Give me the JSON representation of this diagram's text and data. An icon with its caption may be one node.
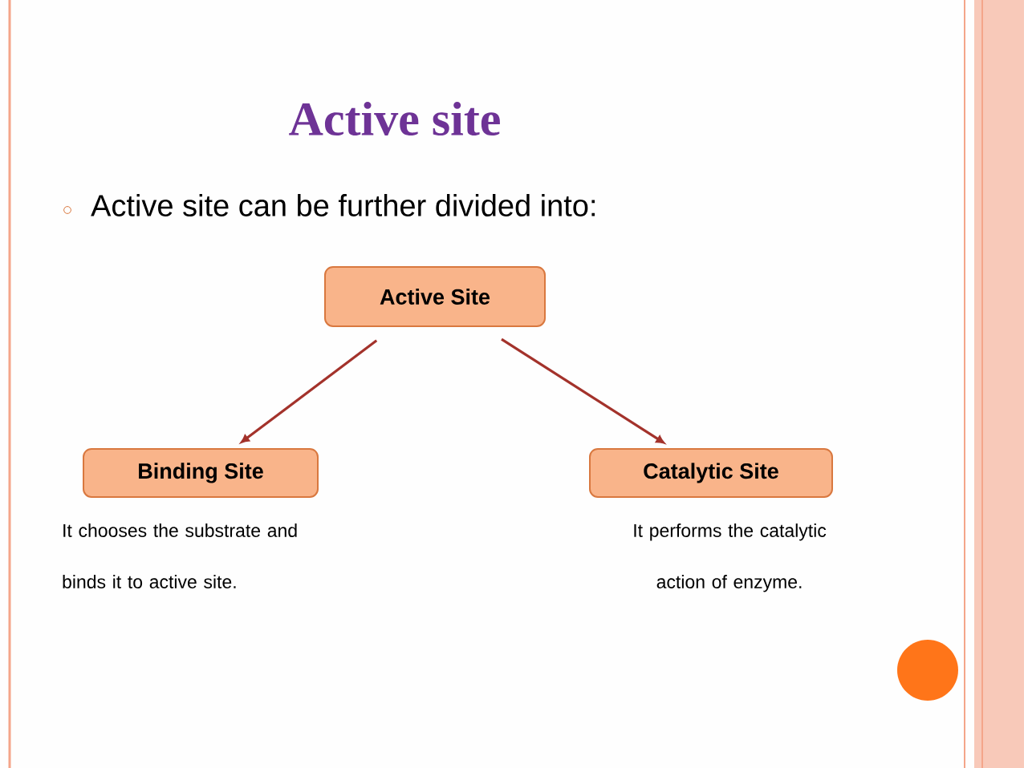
{
  "diagram": {
    "title": "Active site",
    "nodes": [
      {
        "text": [
          "Active Site"
        ]
      },
      {
        "text": [
          "Binding Site"
        ],
        "beside": [
          "It chooses the substrate and binds it to active site."
        ]
      },
      {
        "text": [
          "Catalytic Site"
        ],
        "beside": [
          "It performs the catalytic action of enzyme."
        ]
      }
    ],
    "edges": [
      {
        "from": 0,
        "to": 1,
        "arrow": "to"
      },
      {
        "from": 0,
        "to": 2,
        "arrow": "to"
      }
    ],
    "labels": [
      "Active site can be further divided into:"
    ]
  }
}
